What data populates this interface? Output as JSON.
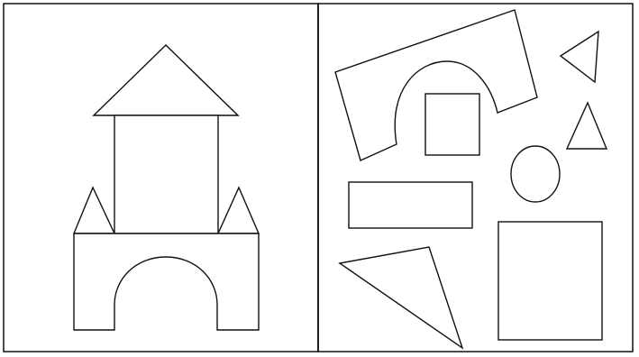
{
  "figure": {
    "panels": [
      {
        "id": "left",
        "description_label": "",
        "composition": "castle",
        "parts": [
          {
            "name": "castle-roof-triangle",
            "kind": "triangle"
          },
          {
            "name": "castle-tower-rectangle",
            "kind": "rectangle"
          },
          {
            "name": "castle-left-spire-triangle",
            "kind": "triangle"
          },
          {
            "name": "castle-right-spire-triangle",
            "kind": "triangle"
          },
          {
            "name": "castle-arch-block",
            "kind": "arch-block"
          }
        ]
      },
      {
        "id": "right",
        "description_label": "",
        "composition": "loose-pieces",
        "parts": [
          {
            "name": "piece-arch-block",
            "kind": "arch-block"
          },
          {
            "name": "piece-small-square",
            "kind": "square"
          },
          {
            "name": "piece-left-pointing-triangle",
            "kind": "triangle"
          },
          {
            "name": "piece-upright-triangle",
            "kind": "triangle"
          },
          {
            "name": "piece-oval",
            "kind": "oval"
          },
          {
            "name": "piece-long-rectangle",
            "kind": "rectangle"
          },
          {
            "name": "piece-large-triangle",
            "kind": "triangle"
          },
          {
            "name": "piece-large-square",
            "kind": "square"
          }
        ]
      }
    ],
    "colors": {
      "stroke": "#111111",
      "fill": "#ffffff",
      "background": "#ffffff"
    }
  }
}
